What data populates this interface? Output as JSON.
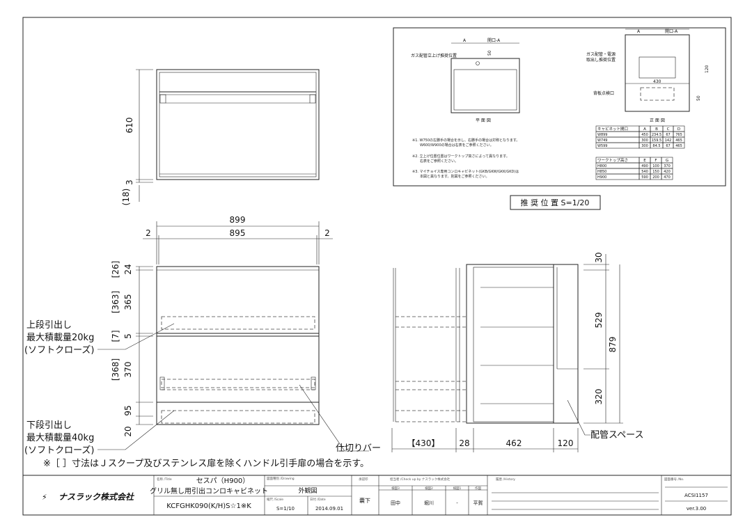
{
  "dims": {
    "top_610": "610",
    "top_3": "3",
    "top_18": "(18)",
    "w899": "899",
    "w895": "895",
    "gap_left": "2",
    "gap_right": "2",
    "h26": "[26]",
    "h24": "24",
    "h363": "[363]",
    "h365": "365",
    "h7": "[7]",
    "h5": "5",
    "h368": "[368]",
    "h370": "370",
    "h95": "95",
    "h20": "20",
    "s30": "30",
    "s529": "529",
    "s879": "879",
    "s320": "320",
    "b430": "【430】",
    "b28": "28",
    "b462": "462",
    "b120": "120"
  },
  "labels": {
    "upper1": "上段引出し",
    "upper2": "最大積載量20kg",
    "upper3": "(ソフトクローズ)",
    "lower1": "下段引出し",
    "lower2": "最大積載量40kg",
    "lower3": "(ソフトクローズ)",
    "divider": "仕切りバー",
    "pipe": "配管スペース",
    "note": "※［ ］寸法はＪスクープ及びステンレス扉を除くハンドル引手扉の場合を示す。"
  },
  "inset": {
    "caption": "推 奨 位 置  S=1/20",
    "plan_title": "平 面 図",
    "front_title": "正 面 図",
    "a": "A",
    "opening": "開口-A",
    "d50": "50",
    "d430": "430",
    "d120": "120",
    "d50b": "50",
    "gas1": "ガス配管立上げ推奨位置",
    "gas2a": "ガス配管・電源",
    "gas2b": "取出し推奨位置",
    "back": "背板点検口",
    "notes": [
      "※1. W750の左勝手の場合を示し、右勝手の場合は対称となります。",
      "W600/W900の場合は右表をご参照ください。",
      "※2. 立上げ位置位置はワークトップ高さによって異なります。",
      "右表をご参照ください。",
      "※3. マイチョイス専用コンロキャビネット(GKB/GKW/GKK/GKD)は",
      "本図と異なります。別図をご参照ください。"
    ],
    "table1": {
      "headers": [
        "キャビネット間口",
        "A",
        "B",
        "C",
        "D"
      ],
      "rows": [
        [
          "W899",
          "450",
          "234.5",
          "67",
          "765"
        ],
        [
          "W749",
          "300",
          "159.5",
          "142",
          "465"
        ],
        [
          "W599",
          "300",
          "84.5",
          "67",
          "465"
        ]
      ]
    },
    "table2": {
      "headers": [
        "ワークトップ高さ",
        "E",
        "F",
        "G"
      ],
      "rows": [
        [
          "H800",
          "490",
          "100",
          "370"
        ],
        [
          "H850",
          "540",
          "150",
          "420"
        ],
        [
          "H900",
          "590",
          "200",
          "470"
        ]
      ]
    }
  },
  "titleblock": {
    "logo": "ナスラック株式会社",
    "title_label": "名称 /Title",
    "title1": "セスパ（H900）",
    "title2": "グリル無し用引出コンロキャビネット",
    "model": "KCFGHK090(K/H)S☆1※K",
    "drawing_label": "図面種別 /Drawing",
    "drawing": "外観図",
    "scale_label": "縮尺 /Scale",
    "scale": "S=1/10",
    "date_label": "日付 /Date",
    "date": "2014.09.01",
    "approval_label": "承認印",
    "approval": "嚢下",
    "check_label": "担当者 /Check up by ナスラック株式会社",
    "checkers": [
      {
        "role": "検図3",
        "name": "田中"
      },
      {
        "role": "検図2",
        "name": "堀川"
      },
      {
        "role": "検図1",
        "name": "-"
      },
      {
        "role": "作図",
        "name": "平賀"
      }
    ],
    "history_label": "履歴 /History",
    "no_label": "図面番号 /No.",
    "no": "ACSI1157",
    "version": "ver.3.00"
  }
}
